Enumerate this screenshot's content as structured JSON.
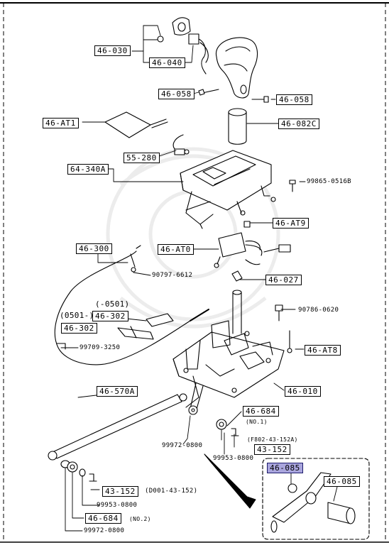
{
  "parts": {
    "p46_030": "46-030",
    "p46_040": "46-040",
    "p46_058_left": "46-058",
    "p46_058_right": "46-058",
    "p46_AT1": "46-AT1",
    "p46_082C": "46-082C",
    "p55_280": "55-280",
    "p64_340A": "64-340A",
    "p99865": "99865-0516B",
    "p46_AT9": "46-AT9",
    "p46_300": "46-300",
    "p46_AT0": "46-AT0",
    "p90797": "90797-6612",
    "p46_027": "46-027",
    "p0501_paren": "(-0501)",
    "p0501_prefix": "(0501-)",
    "p46_302_a": "46-302",
    "p46_302_b": "46-302",
    "p90786": "90786-0620",
    "p99709": "99709-3250",
    "p46_AT8": "46-AT8",
    "p46_010": "46-010",
    "p46_570A": "46-570A",
    "p46_684_a": "46-684",
    "no1": "(NO.1)",
    "pF802": "(F802-43-152A)",
    "p99972_a": "99972-0800",
    "p43_152_a": "43-152",
    "p99953_a": "99953-0800",
    "p43_152_b": "43-152",
    "pD001": "(D001-43-152)",
    "p99953_b": "99953-0800",
    "p46_684_b": "46-684",
    "no2": "(NO.2)",
    "p99972_b": "99972-0800",
    "p46_085_hl": "46-085",
    "p46_085": "46-085"
  },
  "colors": {
    "highlight": "#a9a5dd",
    "ink": "#000000"
  }
}
